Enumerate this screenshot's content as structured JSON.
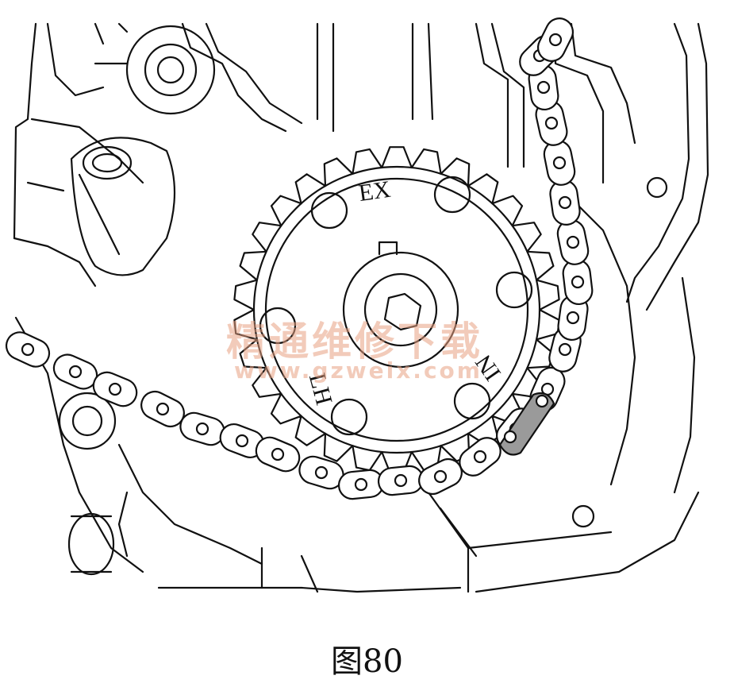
{
  "figure": {
    "caption": "图80",
    "labels": {
      "ex": "EX",
      "in": "IN",
      "lh": "LH"
    }
  },
  "watermark": {
    "text": "精通维修下载",
    "url": "www.gzweix.com"
  },
  "colors": {
    "line": "#111111",
    "highlight": "#9a9a9a",
    "watermark": "#e8a082"
  }
}
